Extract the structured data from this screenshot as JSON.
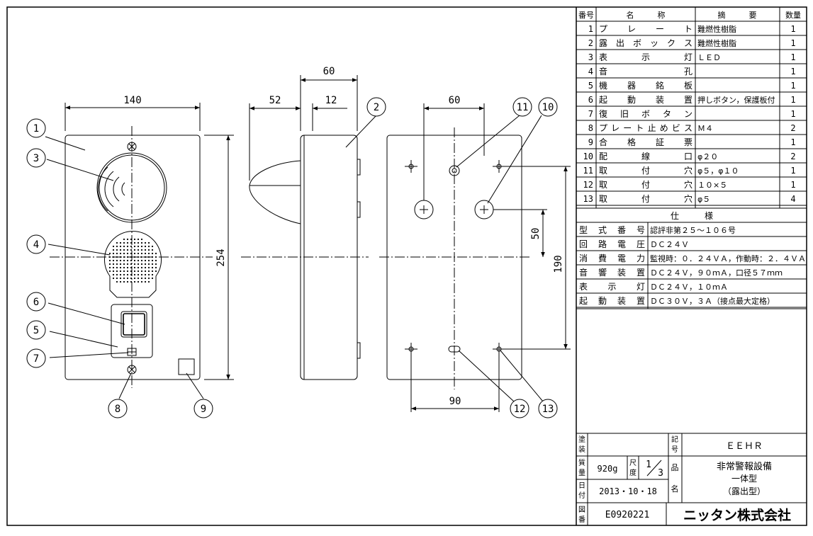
{
  "drawing": {
    "dims": {
      "front_width": "140",
      "front_height": "254",
      "side_depth": "60",
      "side_protrusion": "52",
      "side_box": "12",
      "back_top": "60",
      "back_bottom": "90",
      "back_v1": "50",
      "back_v2": "190"
    },
    "callouts": [
      "1",
      "2",
      "3",
      "4",
      "5",
      "6",
      "7",
      "8",
      "9",
      "10",
      "11",
      "12",
      "13"
    ]
  },
  "parts_table": {
    "headers": [
      "番号",
      "名　　　称",
      "摘　　　要",
      "数量"
    ],
    "rows": [
      {
        "no": "1",
        "name": "プ　レ　ー　ト",
        "spec": "難燃性樹脂",
        "qty": "1"
      },
      {
        "no": "2",
        "name": "露 出 ボ ッ ク ス",
        "spec": "難燃性樹脂",
        "qty": "1"
      },
      {
        "no": "3",
        "name": "表　　示　　灯",
        "spec": "ＬＥＤ",
        "qty": "1"
      },
      {
        "no": "4",
        "name": "音　　　　孔",
        "spec": "",
        "qty": "1"
      },
      {
        "no": "5",
        "name": "機　器　銘　板",
        "spec": "",
        "qty": "1"
      },
      {
        "no": "6",
        "name": "起　動　装　置",
        "spec": "押しボタン，保護板付",
        "qty": "1"
      },
      {
        "no": "7",
        "name": "復　旧　ボ　タ　ン",
        "spec": "",
        "qty": "1"
      },
      {
        "no": "8",
        "name": "プレート止めビス",
        "spec": "Ｍ４",
        "qty": "2"
      },
      {
        "no": "9",
        "name": "合　格　証　票",
        "spec": "",
        "qty": "1"
      },
      {
        "no": "10",
        "name": "配　　線　　口",
        "spec": "φ２０",
        "qty": "2"
      },
      {
        "no": "11",
        "name": "取　　付　　穴",
        "spec": "φ５，φ１０",
        "qty": "1"
      },
      {
        "no": "12",
        "name": "取　　付　　穴",
        "spec": "１０×５",
        "qty": "1"
      },
      {
        "no": "13",
        "name": "取　　付　　穴",
        "spec": "φ５",
        "qty": "4"
      }
    ]
  },
  "spec_table": {
    "title": "仕　　　様",
    "rows": [
      {
        "label": "型　式　番　号",
        "value": "認評非第２５～１０６号"
      },
      {
        "label": "回　路　電　圧",
        "value": "ＤＣ２４Ｖ"
      },
      {
        "label": "消　費　電　力",
        "value": "監視時：０．２４ＶＡ，作動時：２．４ＶＡ"
      },
      {
        "label": "音　響　装　置",
        "value": "ＤＣ２４Ｖ，９０ｍＡ，口径５７ｍｍ"
      },
      {
        "label": "表　　示　　灯",
        "value": "ＤＣ２４Ｖ，１０ｍＡ"
      },
      {
        "label": "起　動　装　置",
        "value": "ＤＣ３０Ｖ，３Ａ（接点最大定格）"
      }
    ]
  },
  "title_block": {
    "paint_label": "塗装",
    "symbol_label": "記号",
    "symbol_value": "ＥＥＨＲ",
    "mass_label": "質量",
    "mass_value": "920g",
    "scale_label": "尺度",
    "scale_num": "1",
    "scale_den": "3",
    "product_label": "品名",
    "product_line1": "非常警報設備",
    "product_line2": "一体型",
    "product_line3": "（露出型）",
    "date_label": "日付",
    "date_value": "2013・10・18",
    "drawing_no_label": "図番",
    "drawing_no_value": "E0920221",
    "company": "ニッタン株式会社"
  }
}
